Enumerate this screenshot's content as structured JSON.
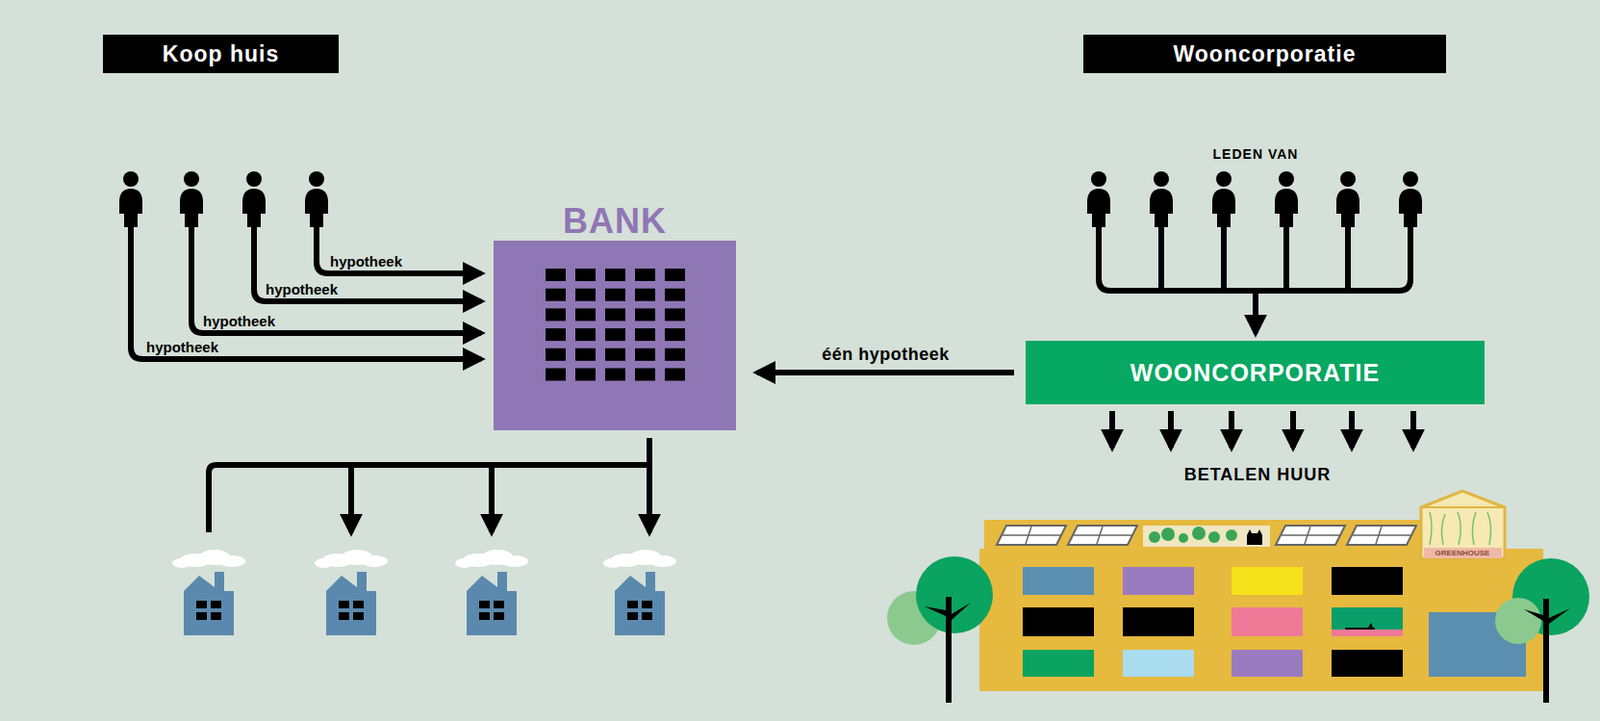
{
  "diagram": {
    "nodes": [
      {
        "text": [
          "Koop huis"
        ]
      },
      {
        "text": [
          "Wooncorporatie"
        ]
      },
      {
        "text": [
          "BANK"
        ]
      },
      {
        "text": [
          "WOONCORPORATIE"
        ]
      }
    ],
    "edges": [
      {
        "from": 3,
        "to": 2,
        "label": "één hypotheek",
        "arrow": "to"
      }
    ],
    "labels": [
      "hypotheek",
      "hypotheek",
      "hypotheek",
      "hypotheek",
      "LEDEN VAN",
      "BETALEN HUUR",
      "GREENHOUSE"
    ]
  }
}
